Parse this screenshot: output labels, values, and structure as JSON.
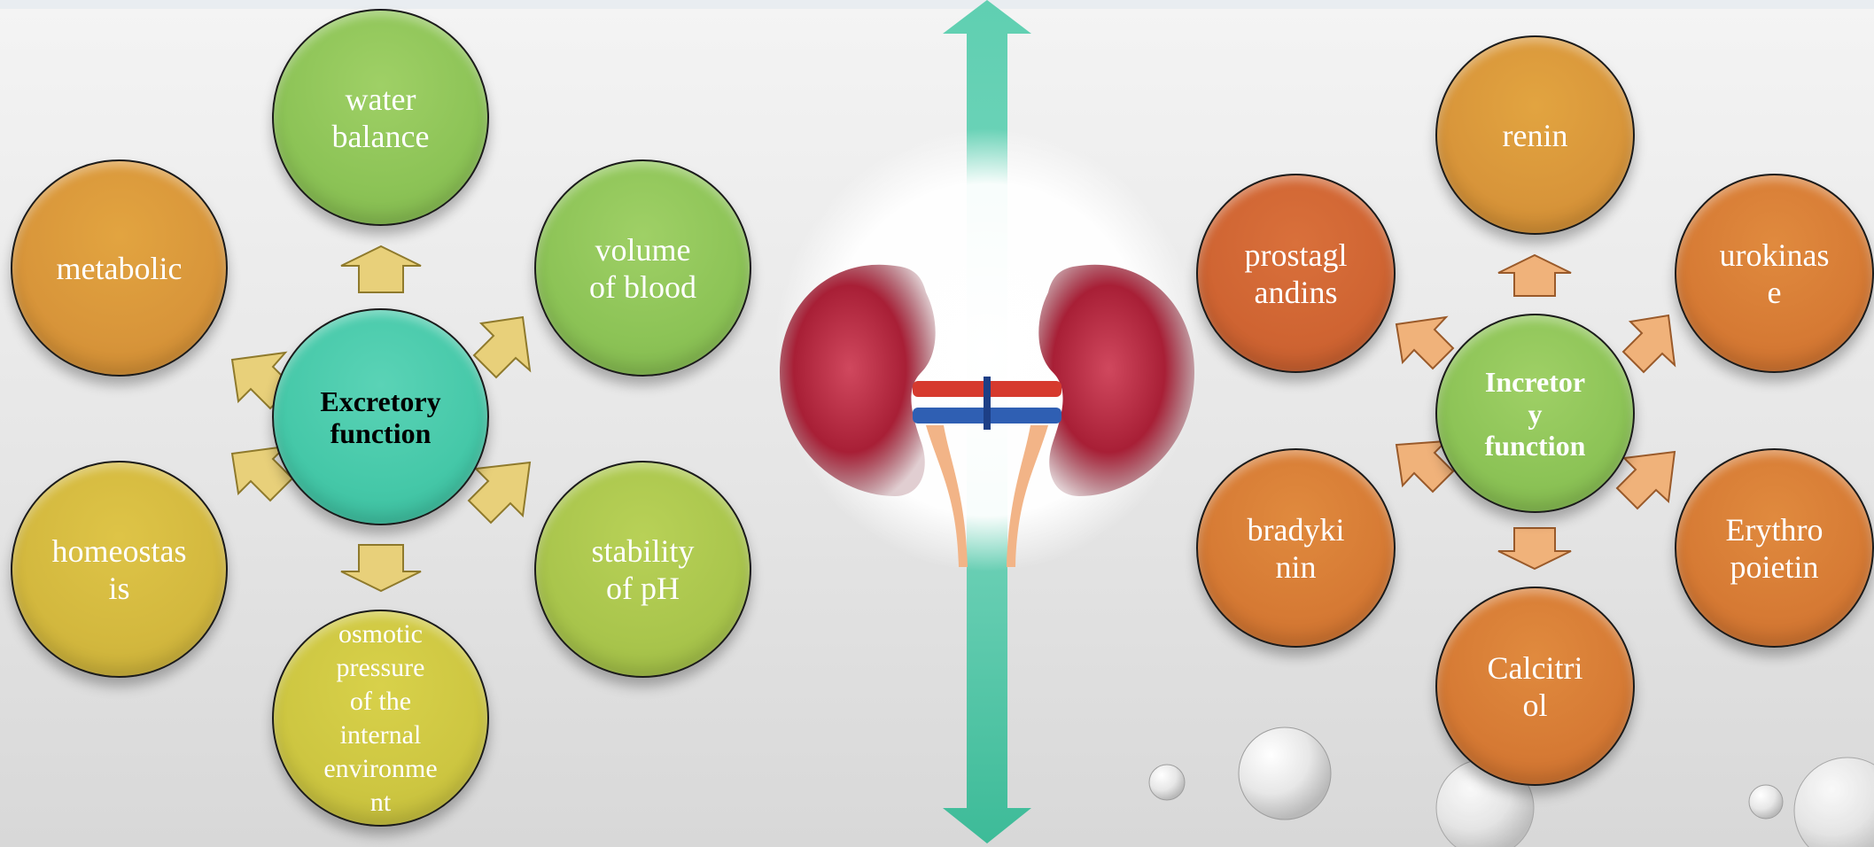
{
  "excretory": {
    "center": "Excretory\nfunction",
    "water_balance": "water\nbalance",
    "volume_of_blood": "volume\nof blood",
    "metabolic": "metabolic",
    "homeostasis": "homeostas\nis",
    "stability_of_ph": "stability\nof pH",
    "osmotic_pressure": "osmotic\npressure\nof the\ninternal\nenvironme\nnt"
  },
  "incretory": {
    "center": "Incretor\ny\nfunction",
    "renin": "renin",
    "prostaglandins": "prostagl\nandins",
    "urokinase": "urokinas\ne",
    "bradykinin": "bradyki\nnin",
    "erythropoietin": "Erythro\npoietin",
    "calcitriol": "Calcitri\nol"
  },
  "colors": {
    "orange": "#d8953a",
    "green": "#8cc356",
    "teal": "#45c8a8",
    "yellow": "#d3b83e",
    "kidney": "#b0243a",
    "artery": "#d63a2e",
    "vein": "#2f5fb3",
    "arrow_teal": "#4fc7a8"
  },
  "icons": {
    "divider": "double-headed-arrow-vertical",
    "kidney": "kidneys-illustration",
    "pointer": "small-block-arrow"
  }
}
